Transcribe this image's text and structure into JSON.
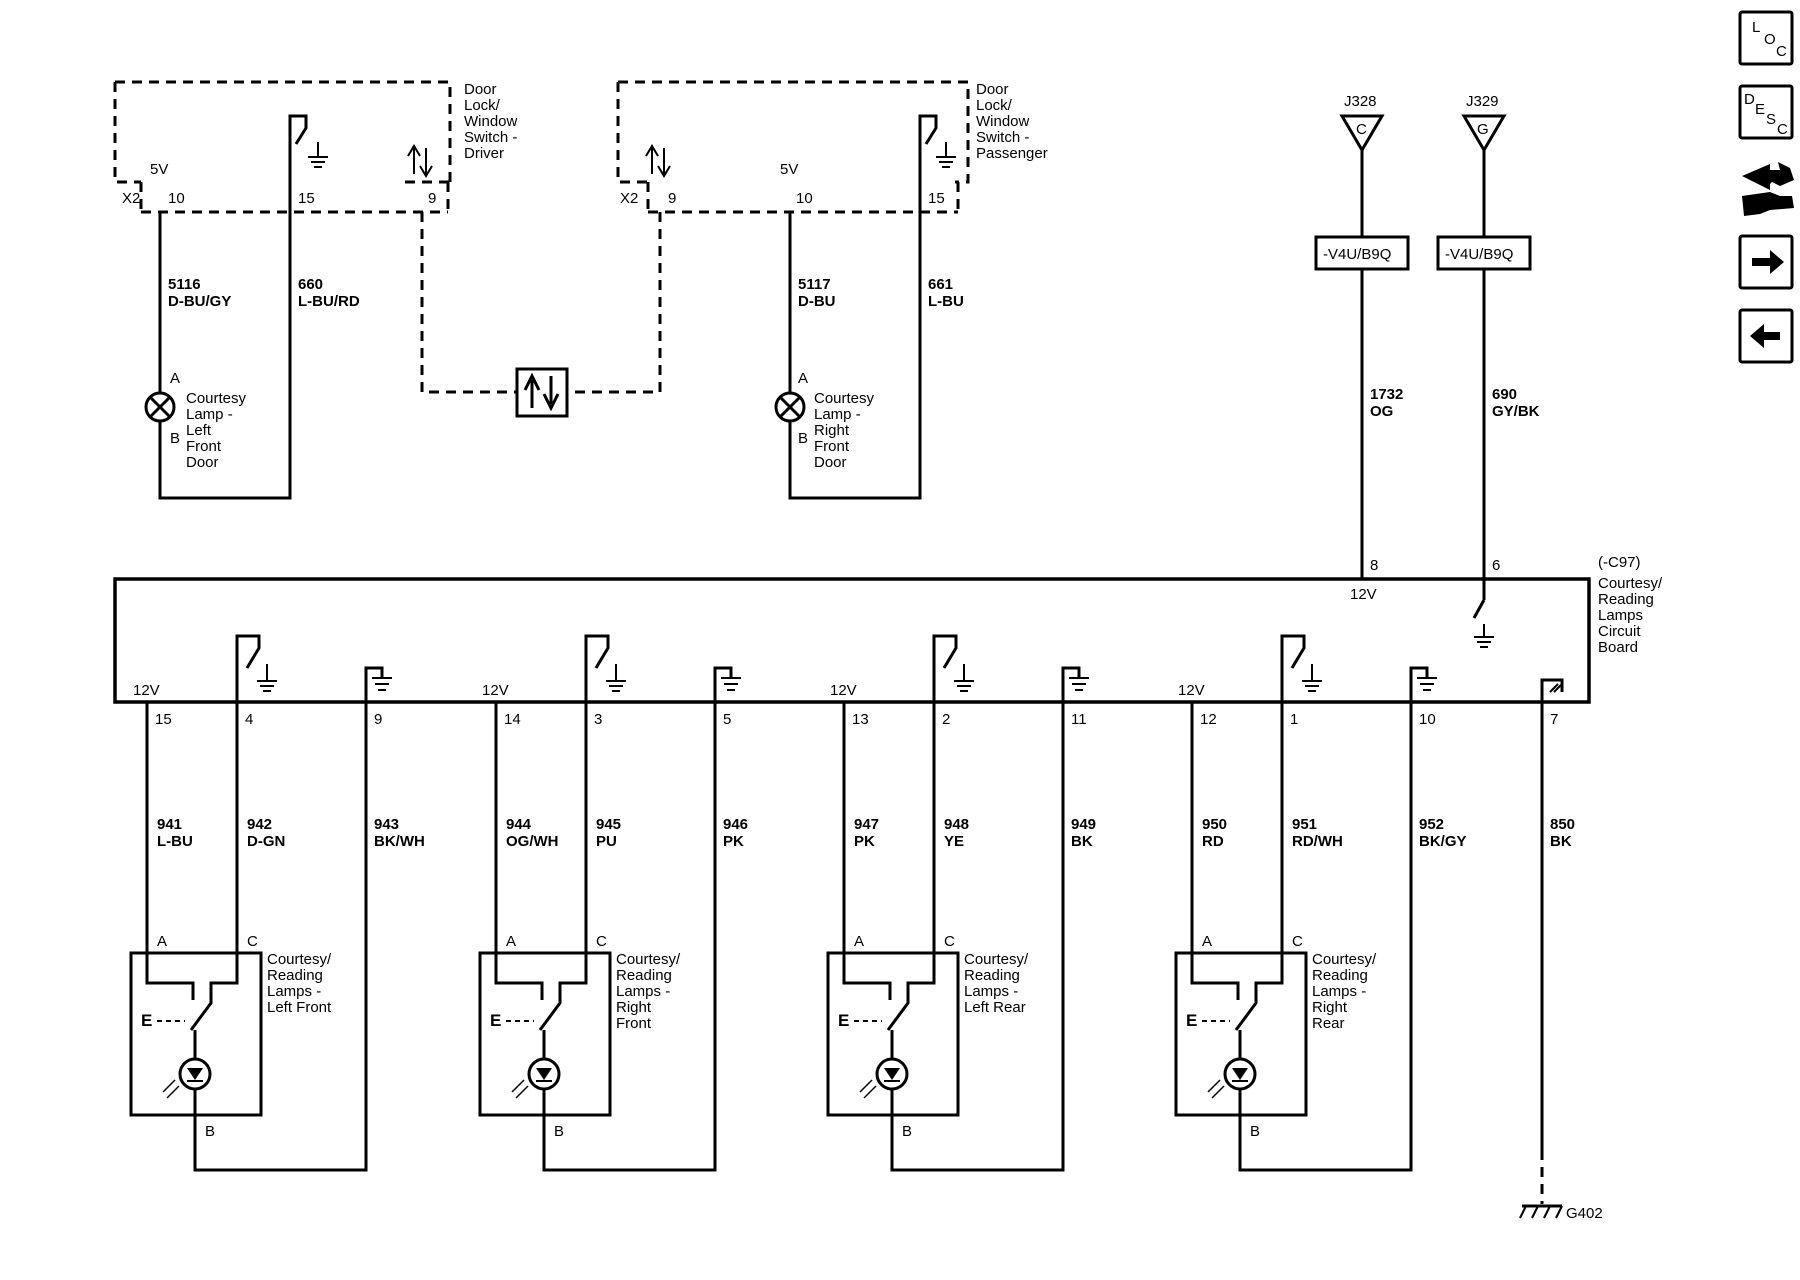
{
  "nav": {
    "loc": {
      "l": "L",
      "o": "O",
      "c": "C"
    },
    "desc": {
      "d": "D",
      "e": "E",
      "s": "S",
      "c": "C"
    }
  },
  "driver_switch": {
    "name_lines": [
      "Door",
      "Lock/",
      "Window",
      "Switch -",
      "Driver"
    ],
    "connector": "X2",
    "voltage": "5V",
    "pins": {
      "p10": "10",
      "p15": "15",
      "p9": "9"
    }
  },
  "passenger_switch": {
    "name_lines": [
      "Door",
      "Lock/",
      "Window",
      "Switch -",
      "Passenger"
    ],
    "connector": "X2",
    "voltage": "5V",
    "pins": {
      "p9": "9",
      "p10": "10",
      "p15": "15"
    }
  },
  "driver_wires": [
    {
      "circuit": "5116",
      "color": "D-BU/GY"
    },
    {
      "circuit": "660",
      "color": "L-BU/RD"
    }
  ],
  "passenger_wires": [
    {
      "circuit": "5117",
      "color": "D-BU"
    },
    {
      "circuit": "661",
      "color": "L-BU"
    }
  ],
  "left_door_lamp": {
    "pin_a": "A",
    "pin_b": "B",
    "name_lines": [
      "Courtesy",
      "Lamp -",
      "Left",
      "Front",
      "Door"
    ]
  },
  "right_door_lamp": {
    "pin_a": "A",
    "pin_b": "B",
    "name_lines": [
      "Courtesy",
      "Lamp -",
      "Right",
      "Front",
      "Door"
    ]
  },
  "splices": [
    {
      "id": "J328",
      "letter": "C",
      "option": "-V4U/B9Q",
      "circuit": "1732",
      "color": "OG",
      "pin": "8"
    },
    {
      "id": "J329",
      "letter": "G",
      "option": "-V4U/B9Q",
      "circuit": "690",
      "color": "GY/BK",
      "pin": "6"
    }
  ],
  "board": {
    "connector": "(-C97)",
    "name_lines": [
      "Courtesy/",
      "Reading",
      "Lamps",
      "Circuit",
      "Board"
    ],
    "v_in": "12V",
    "v_out": [
      "12V",
      "12V",
      "12V",
      "12V"
    ]
  },
  "lamp_groups": [
    {
      "pins": [
        "15",
        "4",
        "9"
      ],
      "wires": [
        {
          "circuit": "941",
          "color": "L-BU"
        },
        {
          "circuit": "942",
          "color": "D-GN"
        },
        {
          "circuit": "943",
          "color": "BK/WH"
        }
      ],
      "name_lines": [
        "Courtesy/",
        "Reading",
        "Lamps -",
        "Left Front"
      ]
    },
    {
      "pins": [
        "14",
        "3",
        "5"
      ],
      "wires": [
        {
          "circuit": "944",
          "color": "OG/WH"
        },
        {
          "circuit": "945",
          "color": "PU"
        },
        {
          "circuit": "946",
          "color": "PK"
        }
      ],
      "name_lines": [
        "Courtesy/",
        "Reading",
        "Lamps -",
        "Right",
        "Front"
      ]
    },
    {
      "pins": [
        "13",
        "2",
        "11"
      ],
      "wires": [
        {
          "circuit": "947",
          "color": "PK"
        },
        {
          "circuit": "948",
          "color": "YE"
        },
        {
          "circuit": "949",
          "color": "BK"
        }
      ],
      "name_lines": [
        "Courtesy/",
        "Reading",
        "Lamps -",
        "Left Rear"
      ]
    },
    {
      "pins": [
        "12",
        "1",
        "10"
      ],
      "wires": [
        {
          "circuit": "950",
          "color": "RD"
        },
        {
          "circuit": "951",
          "color": "RD/WH"
        },
        {
          "circuit": "952",
          "color": "BK/GY"
        }
      ],
      "name_lines": [
        "Courtesy/",
        "Reading",
        "Lamps -",
        "Right",
        "Rear"
      ]
    }
  ],
  "lamp_pin_labels": {
    "a": "A",
    "c": "C",
    "b": "B"
  },
  "ground_pin": {
    "pin": "7",
    "circuit": "850",
    "color": "BK",
    "ground": "G402"
  }
}
